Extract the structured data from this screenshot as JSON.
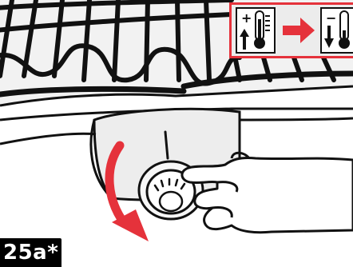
{
  "step": {
    "label": "25a*"
  },
  "icons": {
    "panel": "temperature-change-panel",
    "increase": "thermometer-increase-icon",
    "arrow": "right-arrow-icon",
    "decrease": "thermometer-decrease-icon",
    "rotation": "counterclockwise-rotation-arrow"
  },
  "colors": {
    "accent": "#e5323b",
    "outline": "#111111",
    "panel_bg": "#ececec"
  }
}
